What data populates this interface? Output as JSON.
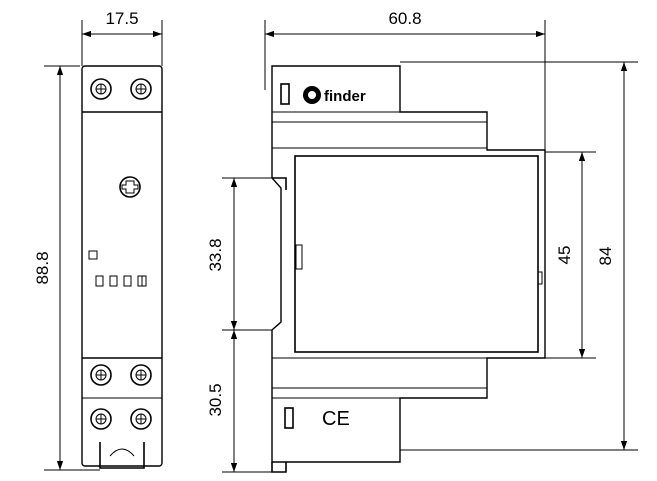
{
  "dimensions": {
    "front_width": "17.5",
    "front_height": "88.8",
    "side_depth": "60.8",
    "rail_upper": "33.8",
    "rail_lower": "30.5",
    "front_cover_height": "45",
    "side_height": "84"
  },
  "branding": {
    "logo_text": "finder",
    "certification_mark": "CE"
  }
}
